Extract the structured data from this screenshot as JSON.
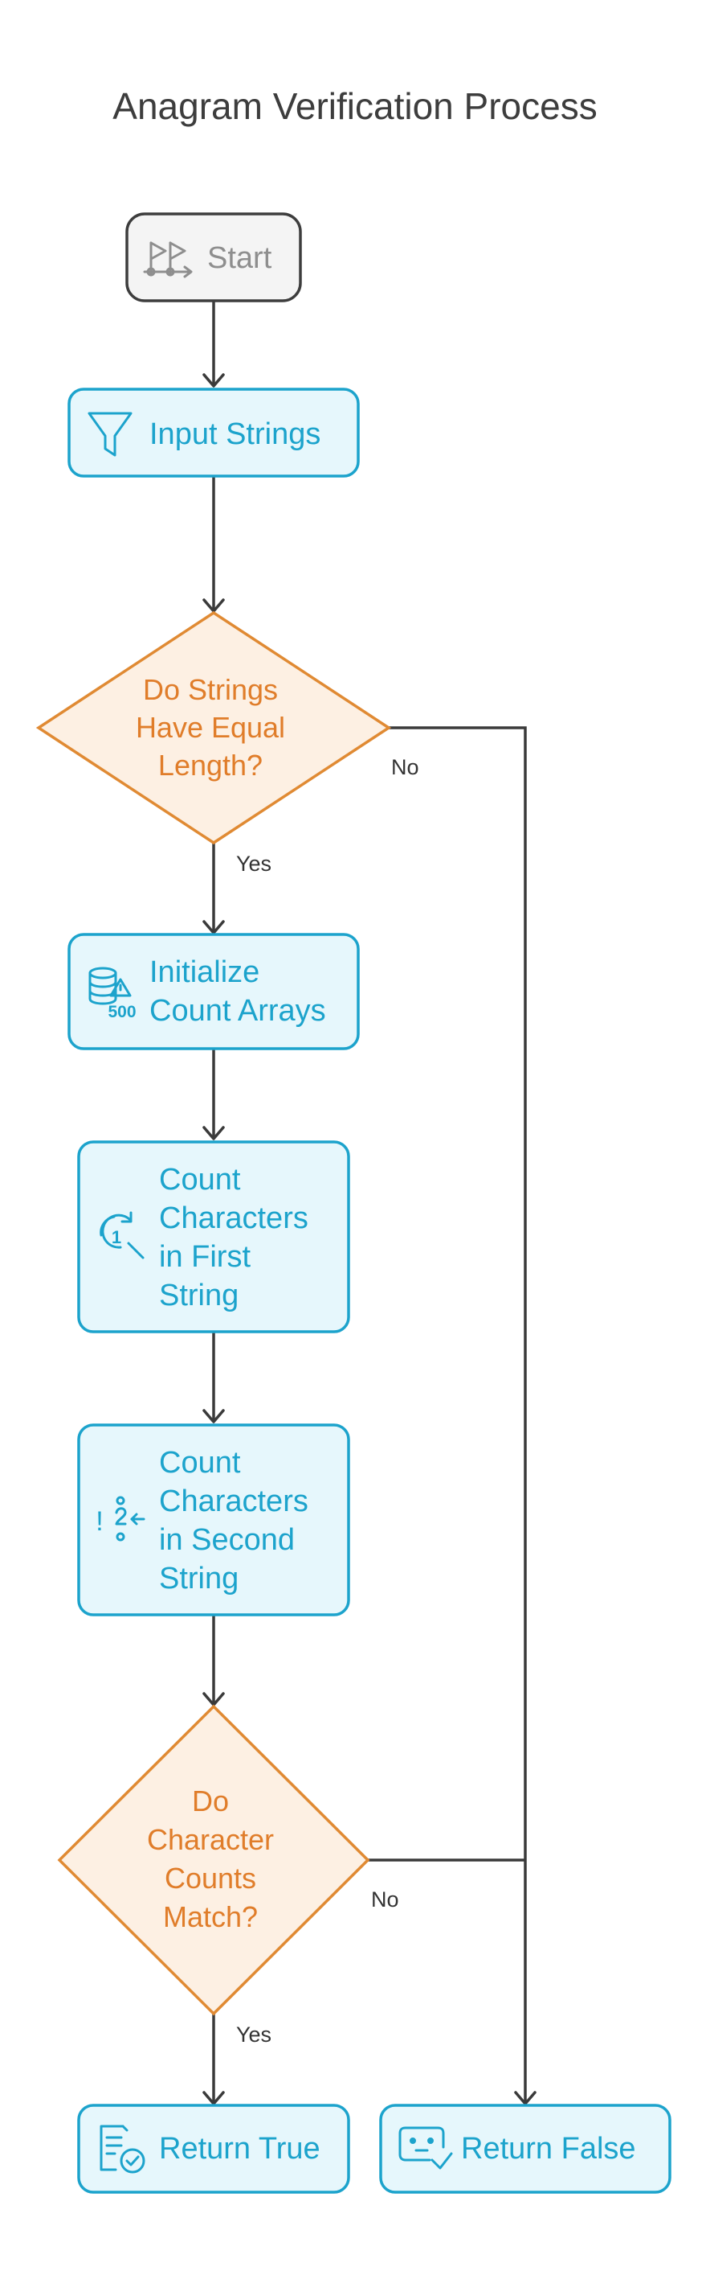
{
  "title": "Anagram Verification Process",
  "colors": {
    "process_fill": "#e6f7fc",
    "process_stroke": "#1ca3cc",
    "decision_fill": "#fdf0e3",
    "decision_stroke": "#e08a33",
    "start_fill": "#f4f4f4",
    "start_stroke": "#3d3d3d"
  },
  "nodes": {
    "start": {
      "label": "Start",
      "icon": "flag-route-icon"
    },
    "input_strings": {
      "label": "Input Strings",
      "icon": "funnel-icon"
    },
    "check_length": {
      "lines": [
        "Do Strings",
        "Have Equal",
        "Length?"
      ]
    },
    "init_arrays": {
      "lines": [
        "Initialize",
        "Count Arrays"
      ],
      "icon": "database-warning-icon",
      "icon_text": "500"
    },
    "count_first": {
      "lines": [
        "Count",
        "Characters",
        "in First",
        "String"
      ],
      "icon": "search-refresh-icon",
      "icon_text": "1"
    },
    "count_second": {
      "lines": [
        "Count",
        "Characters",
        "in Second",
        "String"
      ],
      "icon": "sort-list-icon",
      "icon_text": "!"
    },
    "check_counts": {
      "lines": [
        "Do",
        "Character",
        "Counts",
        "Match?"
      ]
    },
    "return_true": {
      "label": "Return True",
      "icon": "document-check-icon"
    },
    "return_false": {
      "label": "Return False",
      "icon": "chat-check-icon"
    }
  },
  "edges": {
    "length_no": "No",
    "length_yes": "Yes",
    "counts_no": "No",
    "counts_yes": "Yes"
  }
}
